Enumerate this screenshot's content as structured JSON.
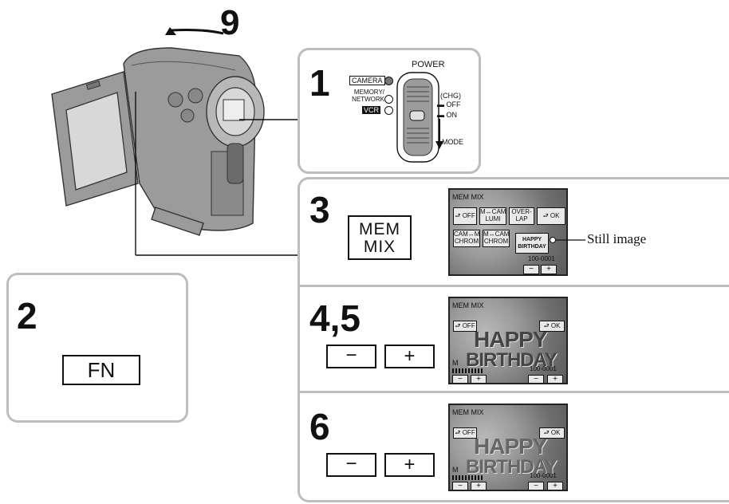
{
  "step_9": "9",
  "power_panel": {
    "step": "1",
    "power_label": "POWER",
    "camera": "CAMERA",
    "memory_network": [
      "MEMORY/",
      "NETWORK"
    ],
    "vcr": "VCR",
    "chg": "(CHG)",
    "off": "OFF",
    "on": "ON",
    "mode": "MODE"
  },
  "fn_panel": {
    "step": "2",
    "button": "FN"
  },
  "step3": {
    "step": "3",
    "button": [
      "MEM",
      "MIX"
    ],
    "screen": {
      "title": "MEM MIX",
      "off": "⮐ OFF",
      "mlumi": [
        "M↔CAM",
        "LUMI"
      ],
      "overlap": [
        "OVER-",
        "LAP"
      ],
      "ok": "⮐ OK",
      "cammchrom": [
        "CAM↔M",
        "CHROM"
      ],
      "mcamchrom": [
        "M↔CAM",
        "CHROM"
      ],
      "thumb": [
        "HAPPY",
        "BIRTHDAY"
      ],
      "counter": "100-0001",
      "minus": "−",
      "plus": "+"
    },
    "still_image_label": "Still image"
  },
  "step45": {
    "step": "4,5",
    "minus": "−",
    "plus": "+",
    "screen": {
      "title": "MEM MIX",
      "off": "⮐ OFF",
      "ok": "⮐ OK",
      "happy": "HAPPY",
      "birthday": "BIRTHDAY",
      "m": "M",
      "counter": "100-0001",
      "minus": "−",
      "plus": "+"
    }
  },
  "step6": {
    "step": "6",
    "minus": "−",
    "plus": "+",
    "screen": {
      "title": "MEM MIX",
      "off": "⮐ OFF",
      "ok": "⮐ OK",
      "happy": "HAPPY",
      "birthday": "BIRTHDAY",
      "m": "M",
      "counter": "100-0001",
      "minus": "−",
      "plus": "+"
    }
  },
  "colors": {
    "panel_border": "#bdbdbd",
    "camera_body": "#9b9b9b",
    "outline": "#111111"
  }
}
